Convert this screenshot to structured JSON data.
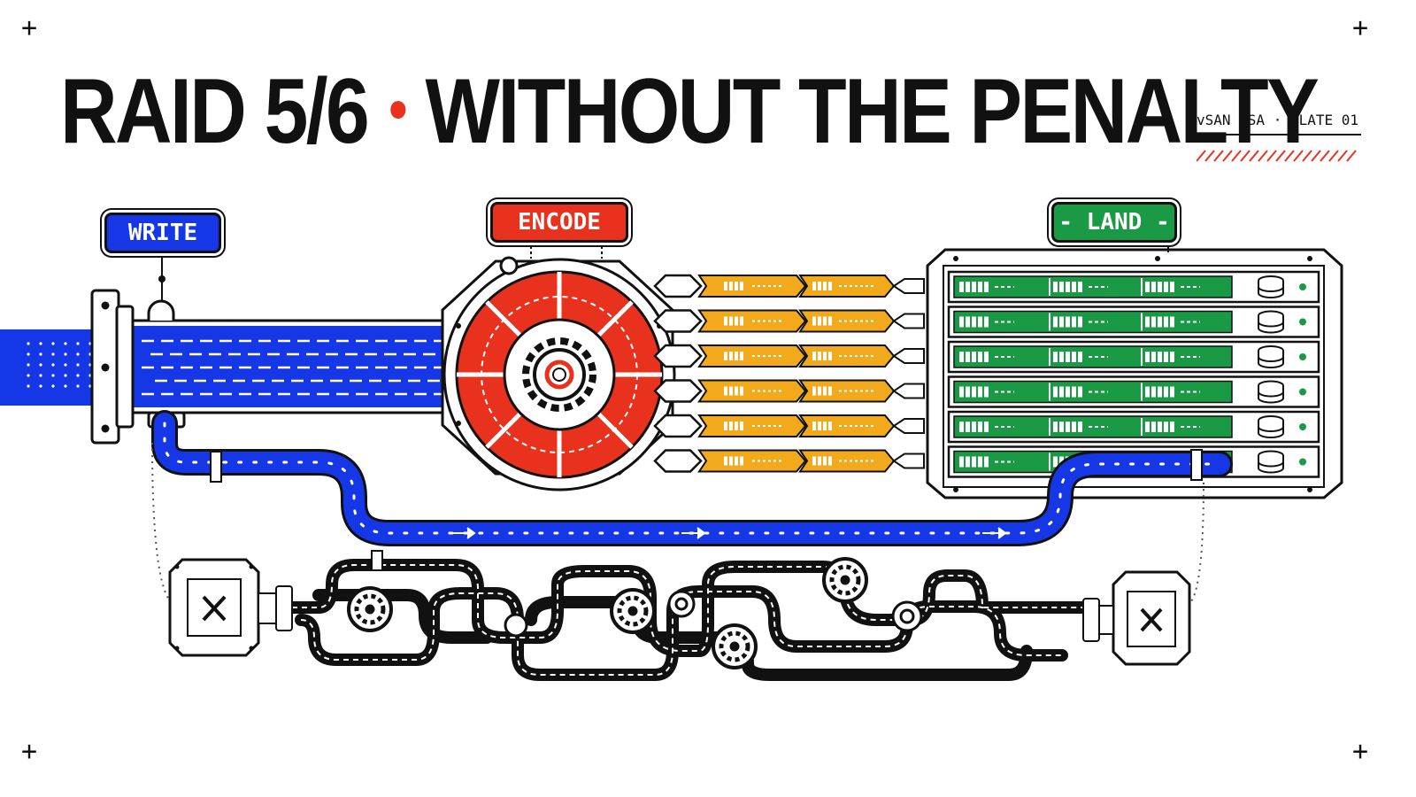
{
  "title": {
    "part1": "RAID 5/6",
    "part2": "WITHOUT THE PENALTY",
    "dot_color": "#e8321e"
  },
  "plate_label": "vSAN ESA · PLATE 01",
  "stages": [
    {
      "label": "WRITE",
      "color": "#1537e6"
    },
    {
      "label": "ENCODE",
      "color": "#e8321e"
    },
    {
      "label": "- LAND -",
      "color": "#1a9a45"
    }
  ],
  "colors": {
    "blue": "#1537e6",
    "red": "#e8321e",
    "amber": "#f2a91c",
    "green": "#1a9a45",
    "ink": "#111111"
  },
  "icons": [
    "x-mark-icon",
    "gear-icon",
    "disk-icon",
    "valve-icon"
  ],
  "corner_marks": [
    "+",
    "+",
    "+",
    "+"
  ],
  "stripe_count": 6
}
